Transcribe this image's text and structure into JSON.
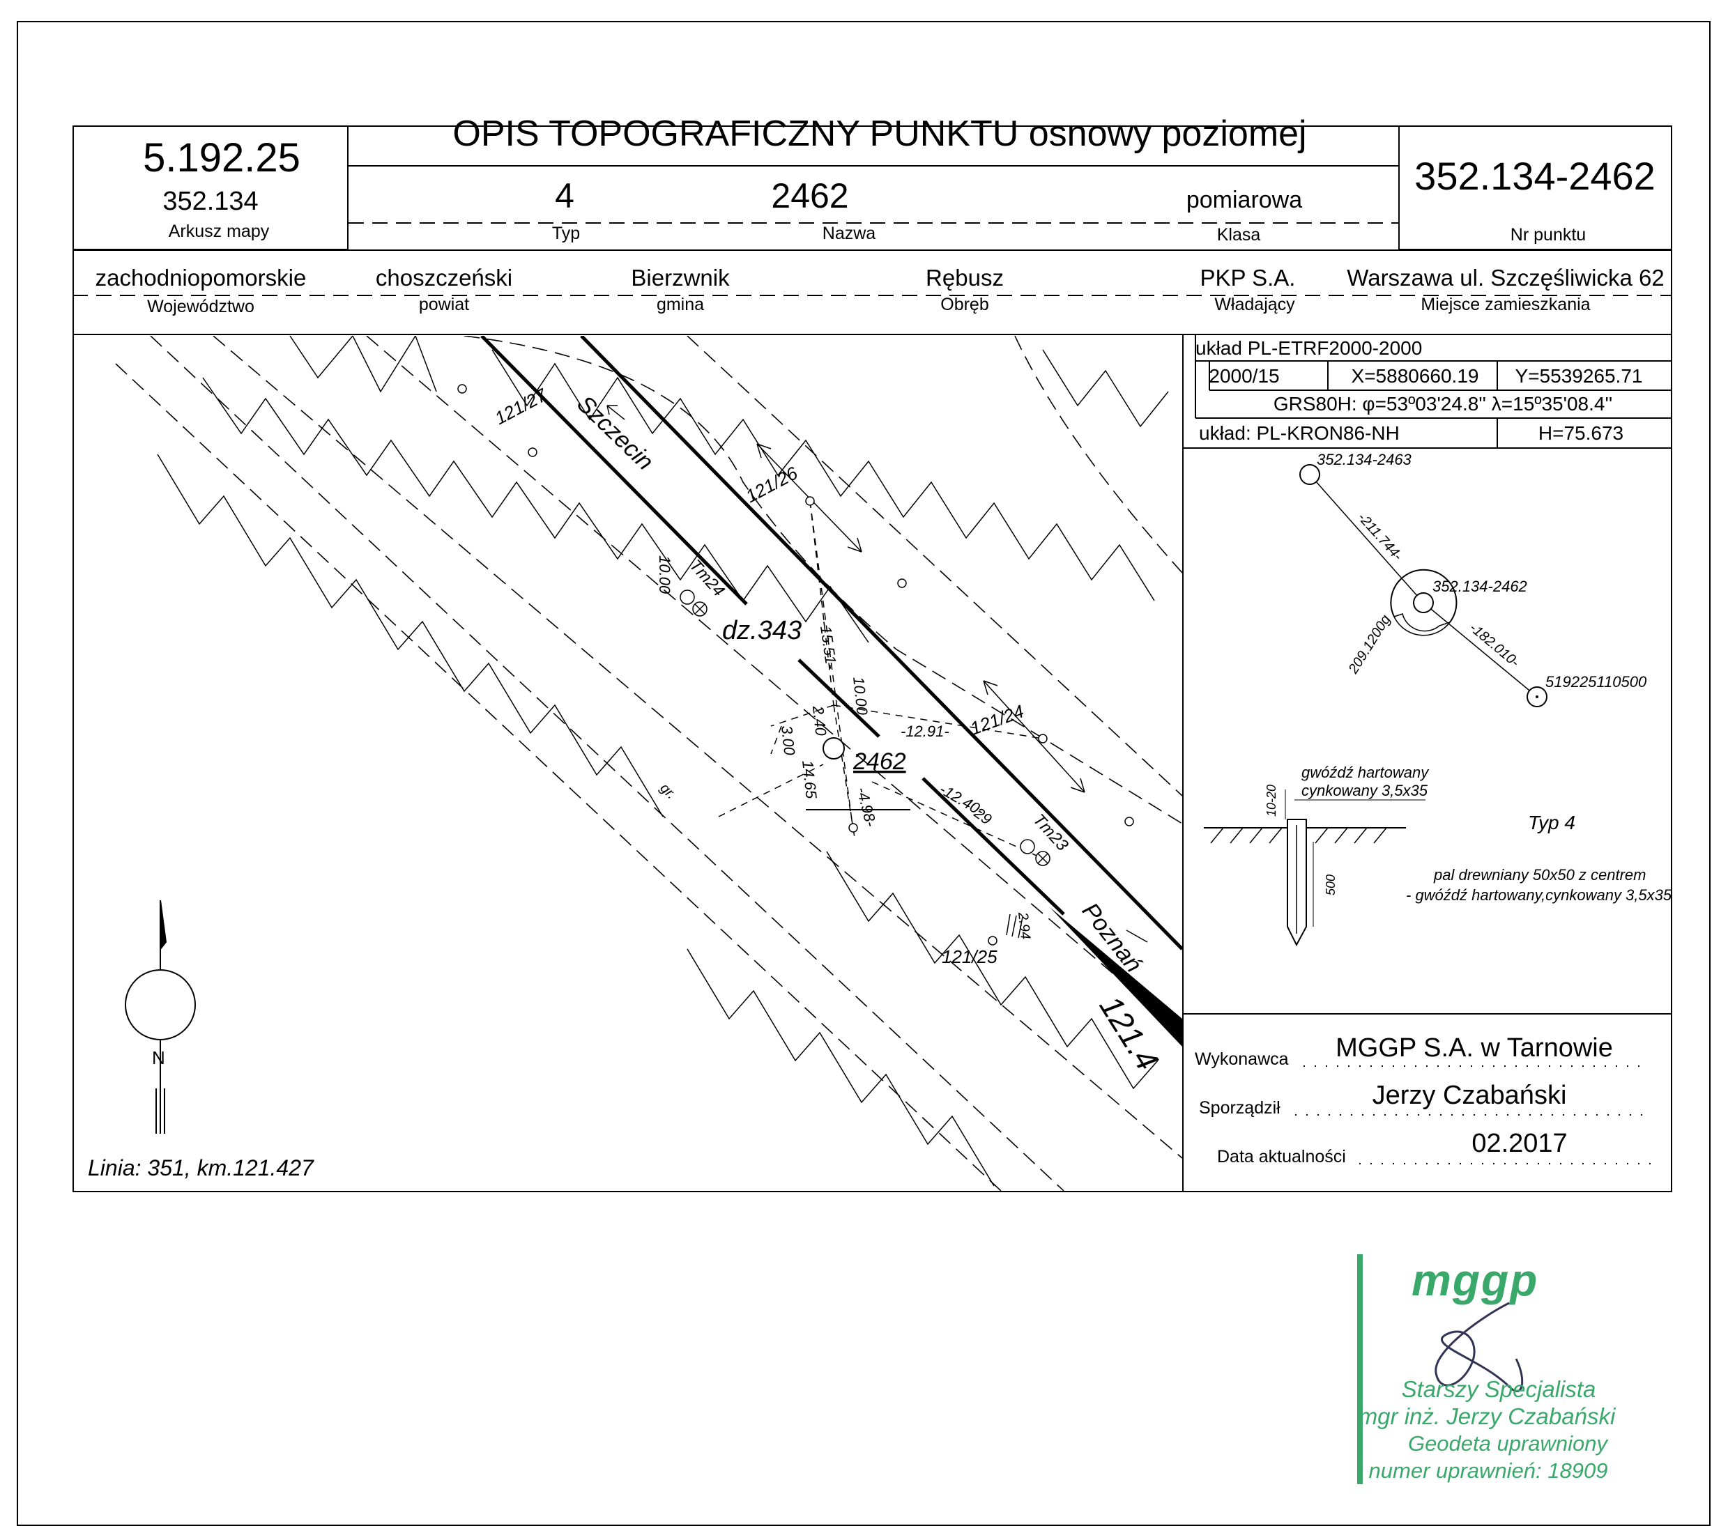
{
  "header": {
    "title": "OPIS TOPOGRAFICZNY PUNKTU osnowy poziomej",
    "sheet_number": "5.192.25",
    "sheet_code": "352.134",
    "sheet_label": "Arkusz mapy",
    "type_value": "4",
    "type_label": "Typ",
    "name_value": "2462",
    "name_label": "Nazwa",
    "class_value": "pomiarowa",
    "class_label": "Klasa",
    "point_number": "352.134-2462",
    "point_label": "Nr punktu"
  },
  "admin": {
    "voivodeship": "zachodniopomorskie",
    "voivodeship_label": "Województwo",
    "county": "choszczeński",
    "county_label": "powiat",
    "commune": "Bierzwnik",
    "commune_label": "gmina",
    "precinct": "Rębusz",
    "precinct_label": "Obręb",
    "owner": "PKP S.A.",
    "owner_label": "Władający",
    "residence": "Warszawa ul. Szczęśliwicka 62",
    "residence_label": "Miejsce zamieszkania"
  },
  "coords": {
    "system": "układ PL-ETRF2000-2000",
    "zone": "2000/15",
    "x": "X=5880660.19",
    "y": "Y=5539265.71",
    "grs": "GRS80H: φ=53º03'24.8'' λ=15º35'08.4''",
    "height_system": "układ: PL-KRON86-NH",
    "height": "H=75.673"
  },
  "sketch": {
    "parcel": "dz.343",
    "point": "2462",
    "dest_szczecin": "Szczecin",
    "dest_poznan": "Poznań",
    "km_mark": "121.4",
    "line_info": "Linia: 351, km.121.427",
    "north": "N",
    "labels": {
      "p12127": "121/27",
      "p12126": "121/26",
      "p12124": "121/24",
      "p12125": "121/25",
      "tm24": "Tm24",
      "tm23": "Tm23",
      "d1000a": "10.00",
      "d1551": "-15.51-",
      "d1000b": "10.00",
      "d240": "2.40",
      "d300": "3.00",
      "d1465": "14.65",
      "d1291": "-12.91-",
      "d1240": "-12.40-",
      "d29": "29",
      "d498": "-4.98-",
      "d294": "2.94",
      "gr": "gr."
    }
  },
  "orientation": {
    "p2463": "352.134-2463",
    "p2462": "352.134-2462",
    "p519": "519225110500",
    "a1": "-211.744-",
    "a2": "-182.010-",
    "a3": "209.1200g"
  },
  "marker": {
    "nail": "gwóźdź hartowany",
    "nail2": "cynkowany 3,5x35",
    "dim1": "10-20",
    "dim2": "500",
    "type": "Typ 4",
    "desc1": "pal drewniany 50x50 z centrem",
    "desc2": "- gwóźdź hartowany,cynkowany 3,5x35"
  },
  "footer": {
    "contractor_label": "Wykonawca",
    "contractor": "MGGP S.A.  w Tarnowie",
    "author_label": "Sporządził",
    "author": "Jerzy Czabański",
    "date_label": "Data aktualności",
    "date": "02.2017"
  },
  "stamp": {
    "logo": "mggp",
    "line1": "Starszy Specjalista",
    "line2": "mgr inż. Jerzy Czabański",
    "line3": "Geodeta uprawniony",
    "line4": "numer uprawnień: 18909"
  }
}
